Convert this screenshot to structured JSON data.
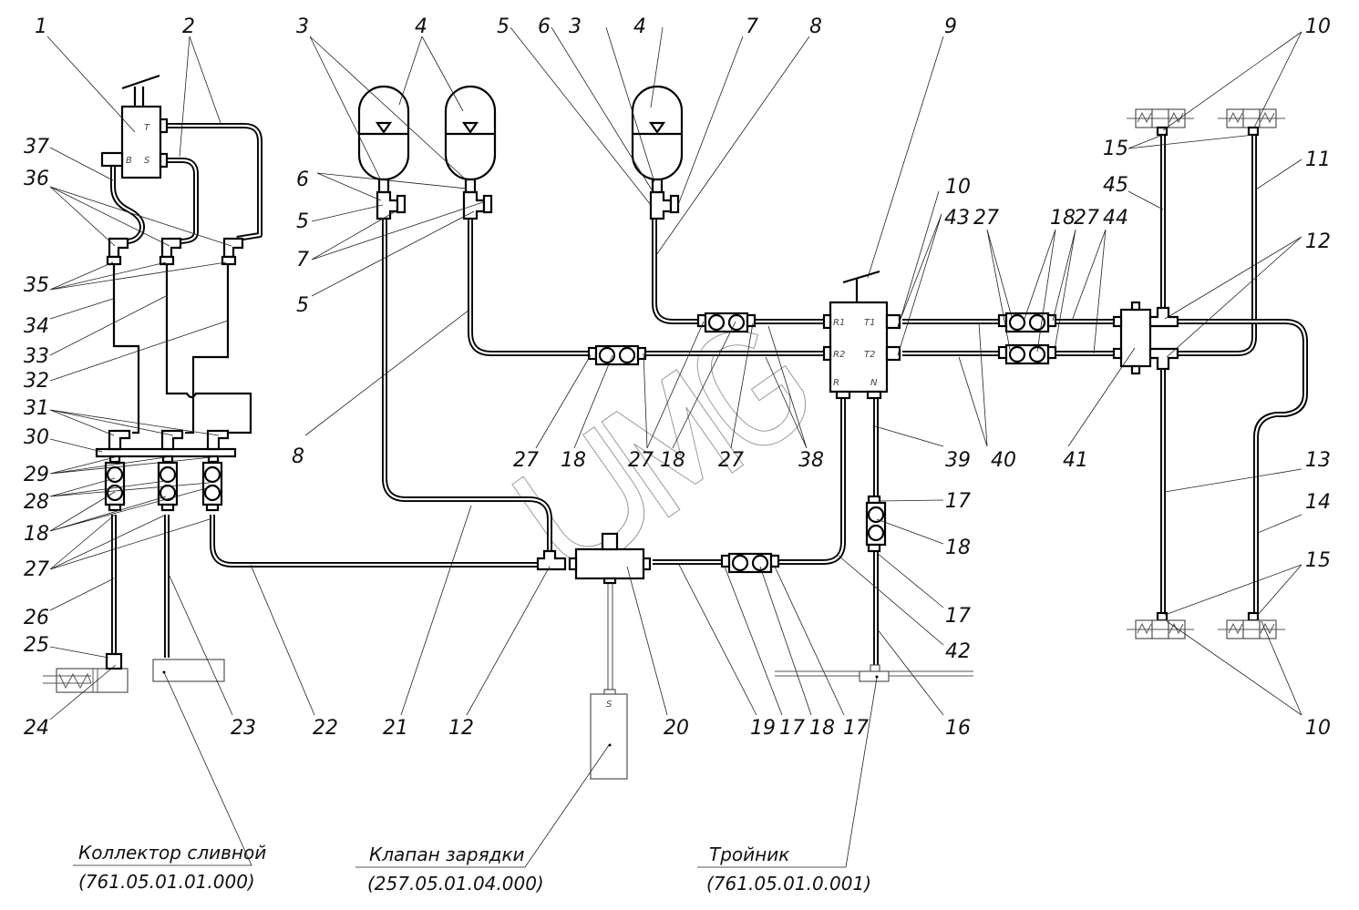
{
  "drawing": {
    "type": "hydraulic-schematic",
    "watermark": "UMG",
    "port_labels": {
      "valve_1": [
        "T",
        "B",
        "S"
      ],
      "valve_9": [
        "R1",
        "T1",
        "R2",
        "T2",
        "R",
        "N"
      ],
      "charge_valve": "S"
    },
    "callouts": [
      {
        "id": "c1",
        "text": "1"
      },
      {
        "id": "c2",
        "text": "2"
      },
      {
        "id": "c3a",
        "text": "3"
      },
      {
        "id": "c4a",
        "text": "4"
      },
      {
        "id": "c5a",
        "text": "5"
      },
      {
        "id": "c6a",
        "text": "6"
      },
      {
        "id": "c3b",
        "text": "3"
      },
      {
        "id": "c4b",
        "text": "4"
      },
      {
        "id": "c7a",
        "text": "7"
      },
      {
        "id": "c8a",
        "text": "8"
      },
      {
        "id": "c9",
        "text": "9"
      },
      {
        "id": "c10a",
        "text": "10"
      },
      {
        "id": "c37",
        "text": "37"
      },
      {
        "id": "c36",
        "text": "36"
      },
      {
        "id": "c6b",
        "text": "6"
      },
      {
        "id": "c5b",
        "text": "5"
      },
      {
        "id": "c7b",
        "text": "7"
      },
      {
        "id": "c5c",
        "text": "5"
      },
      {
        "id": "c35",
        "text": "35"
      },
      {
        "id": "c34",
        "text": "34"
      },
      {
        "id": "c33",
        "text": "33"
      },
      {
        "id": "c32",
        "text": "32"
      },
      {
        "id": "c8b",
        "text": "8"
      },
      {
        "id": "c31",
        "text": "31"
      },
      {
        "id": "c30",
        "text": "30"
      },
      {
        "id": "c29",
        "text": "29"
      },
      {
        "id": "c28",
        "text": "28"
      },
      {
        "id": "c18a",
        "text": "18"
      },
      {
        "id": "c27a",
        "text": "27"
      },
      {
        "id": "c26",
        "text": "26"
      },
      {
        "id": "c25",
        "text": "25"
      },
      {
        "id": "c24",
        "text": "24"
      },
      {
        "id": "c23",
        "text": "23"
      },
      {
        "id": "c22",
        "text": "22"
      },
      {
        "id": "c21",
        "text": "21"
      },
      {
        "id": "c12a",
        "text": "12"
      },
      {
        "id": "c20",
        "text": "20"
      },
      {
        "id": "c19",
        "text": "19"
      },
      {
        "id": "c17a",
        "text": "17"
      },
      {
        "id": "c18b",
        "text": "18"
      },
      {
        "id": "c17b",
        "text": "17"
      },
      {
        "id": "c16",
        "text": "16"
      },
      {
        "id": "c42",
        "text": "42"
      },
      {
        "id": "c17c",
        "text": "17"
      },
      {
        "id": "c18c",
        "text": "18"
      },
      {
        "id": "c17d",
        "text": "17"
      },
      {
        "id": "c39",
        "text": "39"
      },
      {
        "id": "c40",
        "text": "40"
      },
      {
        "id": "c41",
        "text": "41"
      },
      {
        "id": "c27b",
        "text": "27"
      },
      {
        "id": "c18d",
        "text": "18"
      },
      {
        "id": "c18e",
        "text": "18"
      },
      {
        "id": "c27c",
        "text": "27"
      },
      {
        "id": "c27d",
        "text": "27"
      },
      {
        "id": "c38",
        "text": "38"
      },
      {
        "id": "c43",
        "text": "43"
      },
      {
        "id": "c27e",
        "text": "27"
      },
      {
        "id": "c18f",
        "text": "18"
      },
      {
        "id": "c27f",
        "text": "27"
      },
      {
        "id": "c44",
        "text": "44"
      },
      {
        "id": "c10b",
        "text": "10"
      },
      {
        "id": "c15a",
        "text": "15"
      },
      {
        "id": "c11",
        "text": "11"
      },
      {
        "id": "c45",
        "text": "45"
      },
      {
        "id": "c12b",
        "text": "12"
      },
      {
        "id": "c13",
        "text": "13"
      },
      {
        "id": "c14",
        "text": "14"
      },
      {
        "id": "c15b",
        "text": "15"
      },
      {
        "id": "c10c",
        "text": "10"
      }
    ],
    "notes": [
      {
        "title": "Коллектор сливной",
        "code": "(761.05.01.01.000)"
      },
      {
        "title": "Клапан зарядки",
        "code": "(257.05.01.04.000)"
      },
      {
        "title": "Тройник",
        "code": "(761.05.01.0.001)"
      }
    ]
  }
}
